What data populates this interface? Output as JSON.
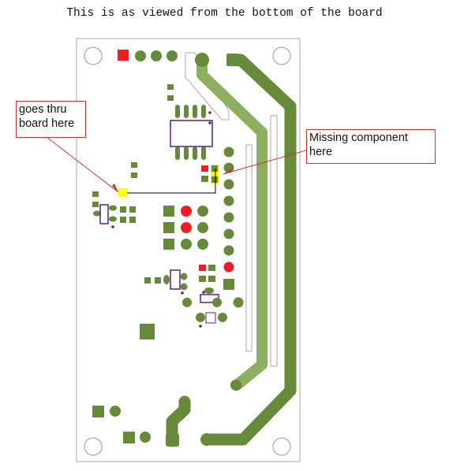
{
  "title": "This is as viewed from the bottom of the board",
  "callouts": {
    "thru": "goes thru board here",
    "missing": "Missing component here"
  },
  "colors": {
    "copper": "#648a3a",
    "copper_light": "#8caf62",
    "pad_red": "#ee1c25",
    "highlight_yellow": "#ffff00",
    "silkscreen_purple": "#5b1e8a",
    "callout_border": "#c0392b",
    "board_outline": "#aaaaaa"
  }
}
